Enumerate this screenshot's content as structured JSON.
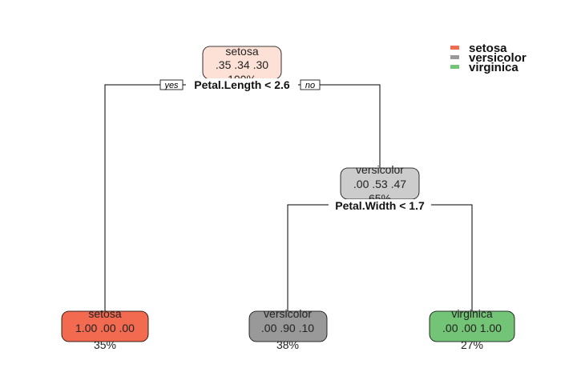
{
  "legend": {
    "items": [
      {
        "label": "setosa",
        "color": "#F26A4F"
      },
      {
        "label": "versicolor",
        "color": "#999999"
      },
      {
        "label": "virginica",
        "color": "#73C476"
      }
    ]
  },
  "tree": {
    "root": {
      "class": "setosa",
      "probs": ".35  .34  .30",
      "percent": "100%",
      "color": "#FDE0D6",
      "split": "Petal.Length < 2.6",
      "yes_label": "yes",
      "no_label": "no"
    },
    "node2": {
      "class": "versicolor",
      "probs": ".00  .53  .47",
      "percent": "65%",
      "color": "#CCCCCC",
      "split": "Petal.Width < 1.7"
    },
    "leaf_setosa": {
      "class": "setosa",
      "probs": "1.00  .00  .00",
      "percent": "35%",
      "color": "#F26A4F"
    },
    "leaf_versicolor": {
      "class": "versicolor",
      "probs": ".00  .90  .10",
      "percent": "38%",
      "color": "#999999"
    },
    "leaf_virginica": {
      "class": "virginica",
      "probs": ".00  .00  1.00",
      "percent": "27%",
      "color": "#73C476"
    }
  }
}
